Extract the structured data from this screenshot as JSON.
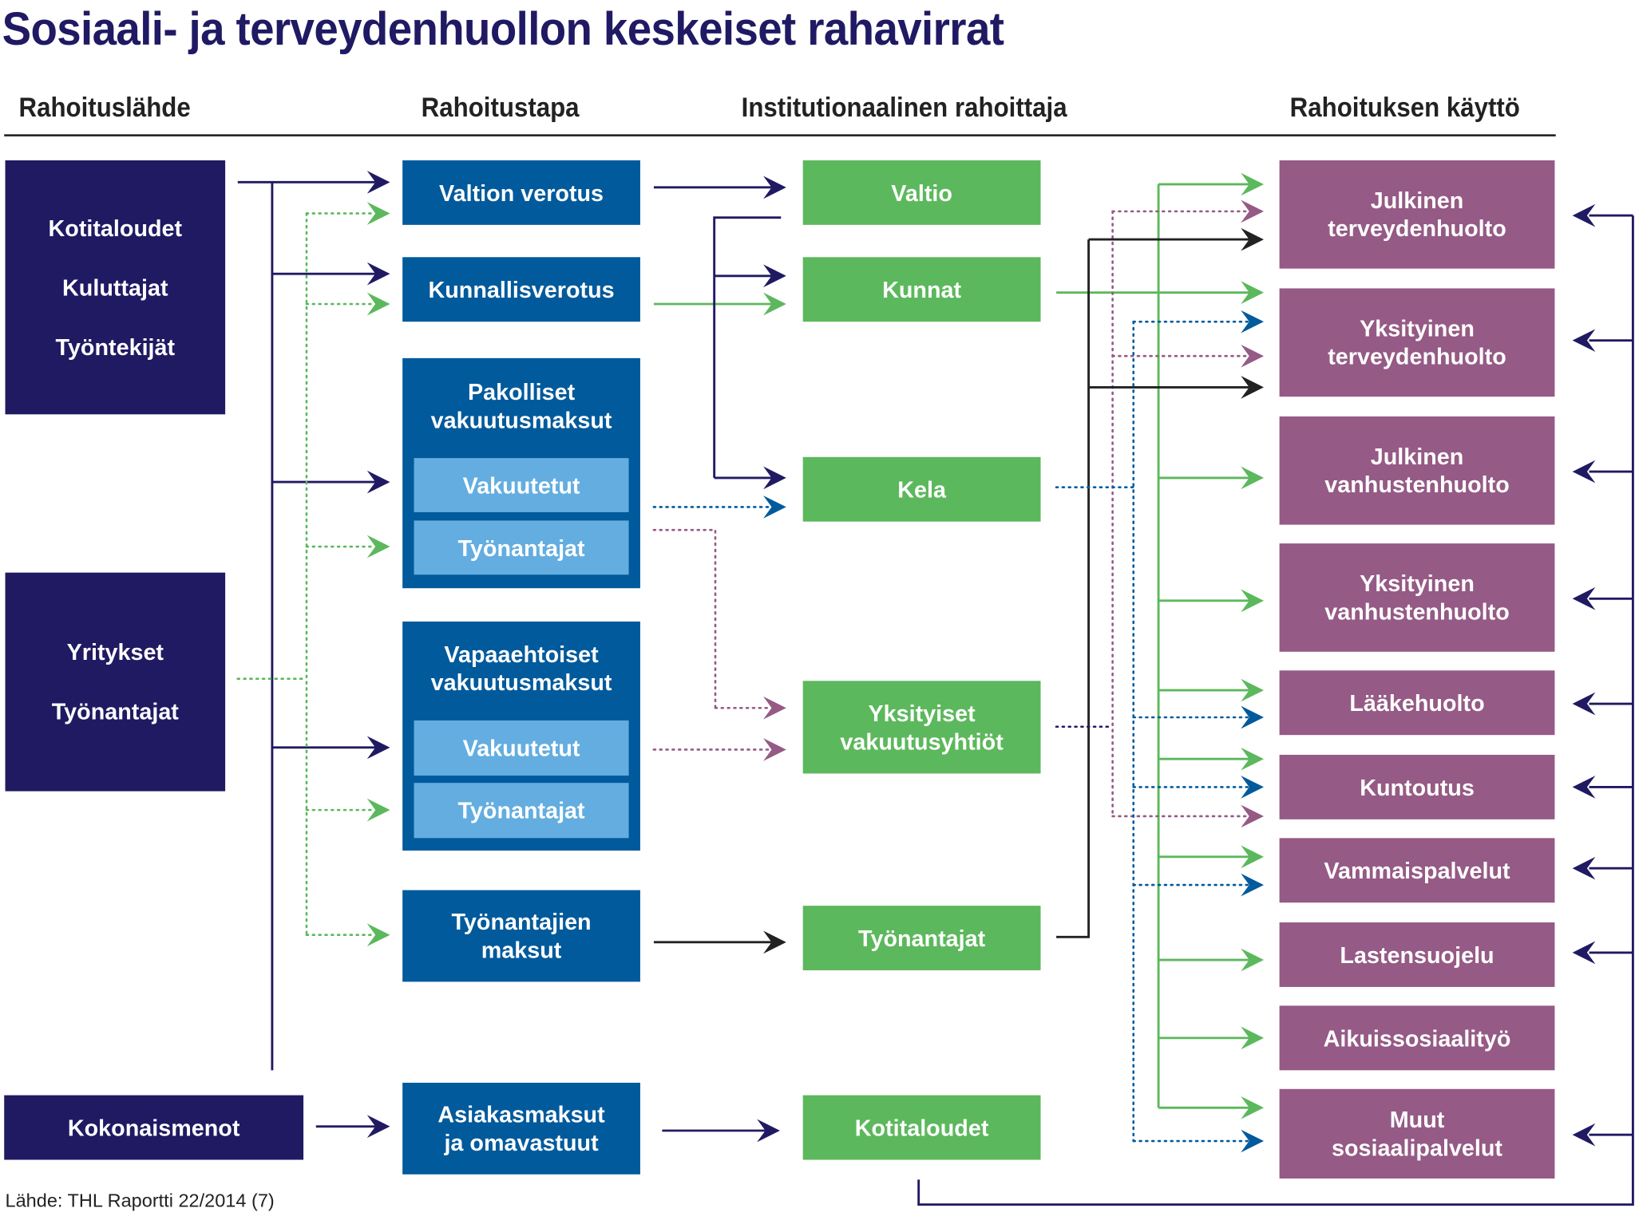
{
  "title": "Sosiaali- ja terveydenhuollon keskeiset rahavirrat",
  "headers": [
    "Rahoituslähde",
    "Rahoitustapa",
    "Institutionaalinen rahoittaja",
    "Rahoituksen käyttö"
  ],
  "sources": {
    "households": [
      "Kotitaloudet",
      "Kuluttajat",
      "Työntekijät"
    ],
    "companies": [
      "Yritykset",
      "Työnantajat"
    ],
    "total": "Kokonaismenot"
  },
  "methods": {
    "state_tax": "Valtion verotus",
    "municipal_tax": "Kunnallisverotus",
    "mandatory": [
      "Pakolliset",
      "vakuutusmaksut"
    ],
    "mandatory_sub": [
      "Vakuutetut",
      "Työnantajat"
    ],
    "voluntary": [
      "Vapaaehtoiset",
      "vakuutusmaksut"
    ],
    "voluntary_sub": [
      "Vakuutetut",
      "Työnantajat"
    ],
    "employer_fees": [
      "Työnantajien",
      "maksut"
    ],
    "client_fees": [
      "Asiakasmaksut",
      "ja omavastuut"
    ]
  },
  "funders": {
    "state": "Valtio",
    "municipalities": "Kunnat",
    "kela": "Kela",
    "private_insurers": [
      "Yksityiset",
      "vakuutusyhtiöt"
    ],
    "employers": "Työnantajat",
    "households": "Kotitaloudet"
  },
  "uses": [
    [
      "Julkinen",
      "terveydenhuolto"
    ],
    [
      "Yksityinen",
      "terveydenhuolto"
    ],
    [
      "Julkinen",
      "vanhustenhuolto"
    ],
    [
      "Yksityinen",
      "vanhustenhuolto"
    ],
    [
      "Lääkehuolto"
    ],
    [
      "Kuntoutus"
    ],
    [
      "Vammaispalvelut"
    ],
    [
      "Lastensuojelu"
    ],
    [
      "Aikuissosiaalityö"
    ],
    [
      "Muut",
      "sosiaalipalvelut"
    ]
  ],
  "source_note": "Lähde: THL Raportti 22/2014 (7)",
  "colors": {
    "navy": "#201a63",
    "blue": "#005a9c",
    "light_blue": "#63ade0",
    "green": "#5cb85c",
    "purple": "#955a85",
    "black": "#222222"
  }
}
